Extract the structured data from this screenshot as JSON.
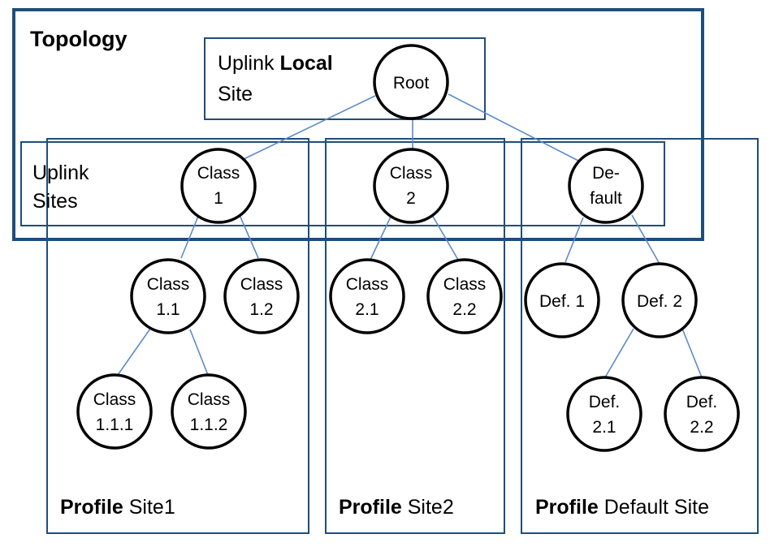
{
  "topology": {
    "title": "Topology"
  },
  "uplink_local_site": {
    "line1_prefix": "Uplink",
    "line1_bold": "Local",
    "line2": "Site"
  },
  "uplink_sites": {
    "line1": "Uplink",
    "line2": "Sites"
  },
  "profiles": {
    "site1": {
      "bold": "Profile",
      "text": "Site1"
    },
    "site2": {
      "bold": "Profile",
      "text": "Site2"
    },
    "default": {
      "bold": "Profile",
      "text": "Default Site"
    }
  },
  "nodes": {
    "root": {
      "line1": "Root",
      "line2": ""
    },
    "class1": {
      "line1": "Class",
      "line2": "1"
    },
    "class2": {
      "line1": "Class",
      "line2": "2"
    },
    "default": {
      "line1": "De-",
      "line2": "fault"
    },
    "class1_1": {
      "line1": "Class",
      "line2": "1.1"
    },
    "class1_2": {
      "line1": "Class",
      "line2": "1.2"
    },
    "class2_1": {
      "line1": "Class",
      "line2": "2.1"
    },
    "class2_2": {
      "line1": "Class",
      "line2": "2.2"
    },
    "def1": {
      "line1": "Def. 1",
      "line2": ""
    },
    "def2": {
      "line1": "Def. 2",
      "line2": ""
    },
    "class1_1_1": {
      "line1": "Class",
      "line2": "1.1.1"
    },
    "class1_1_2": {
      "line1": "Class",
      "line2": "1.1.2"
    },
    "def2_1": {
      "line1": "Def.",
      "line2": "2.1"
    },
    "def2_2": {
      "line1": "Def.",
      "line2": "2.2"
    }
  },
  "colors": {
    "box": "#1f4e79",
    "edge": "#5b8bc9",
    "node_stroke": "#000000"
  }
}
